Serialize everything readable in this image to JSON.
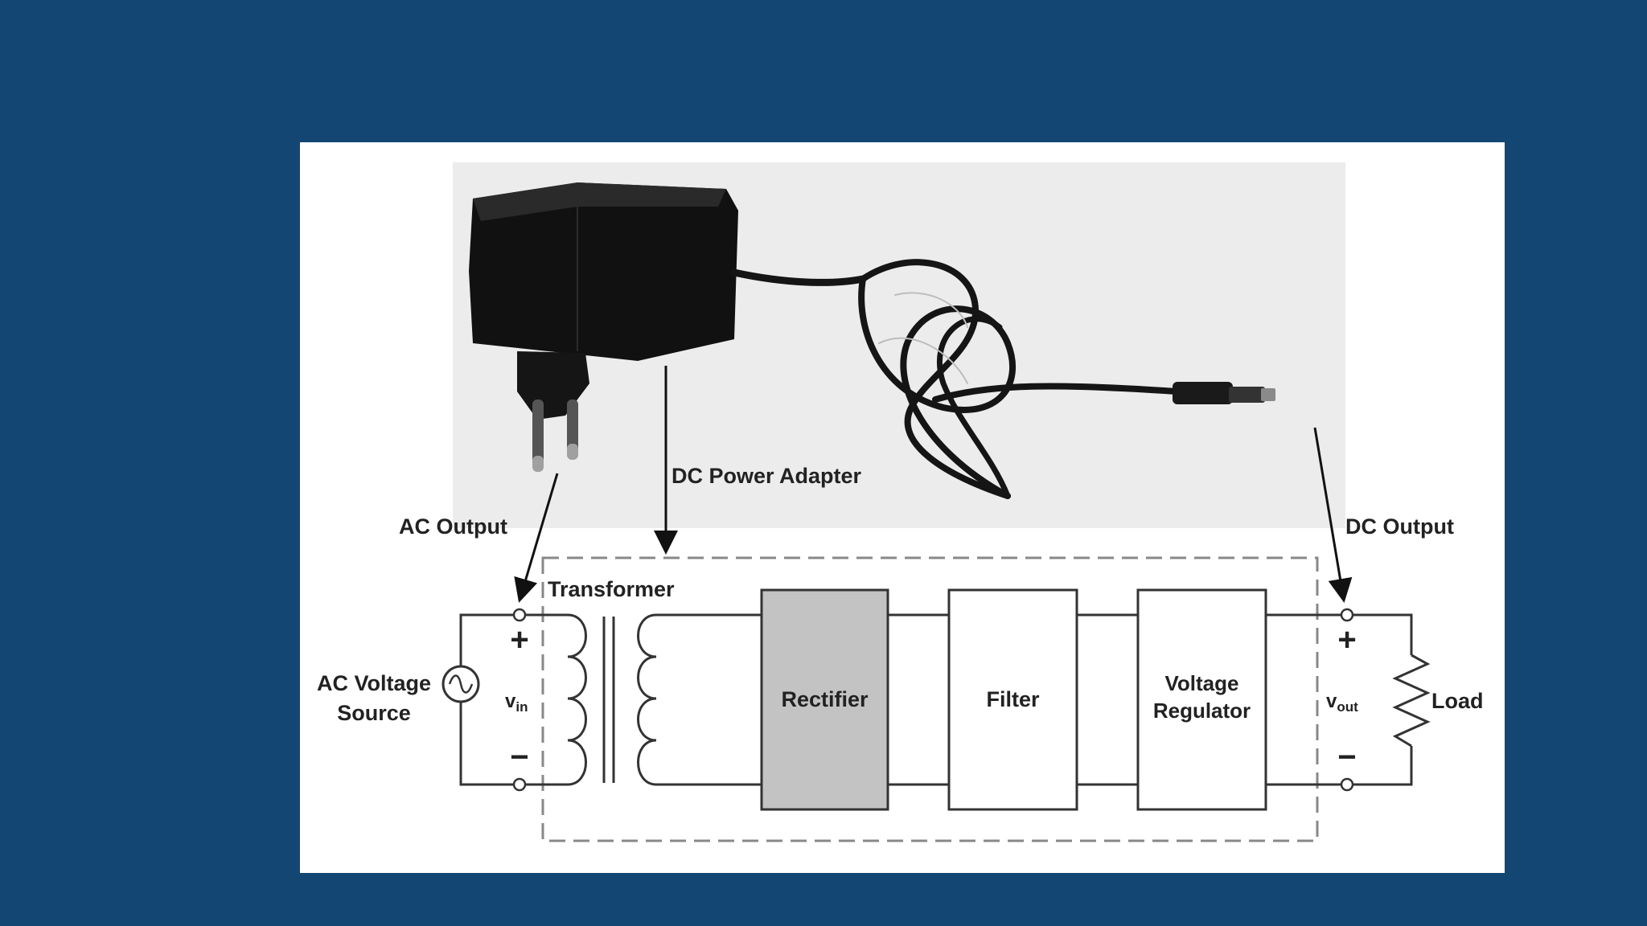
{
  "diagram": {
    "labels": {
      "dc_power_adapter": "DC Power Adapter",
      "ac_output": "AC Output",
      "dc_output": "DC Output",
      "transformer": "Transformer",
      "ac_voltage_source_line1": "AC Voltage",
      "ac_voltage_source_line2": "Source",
      "vin": "v",
      "vin_sub": "in",
      "vout": "v",
      "vout_sub": "out",
      "plus": "+",
      "minus": "−",
      "load": "Load"
    },
    "blocks": [
      {
        "label_lines": [
          "Rectifier"
        ],
        "fill": "#c3c3c3"
      },
      {
        "label_lines": [
          "Filter"
        ],
        "fill": "#ffffff"
      },
      {
        "label_lines": [
          "Voltage",
          "Regulator"
        ],
        "fill": "#ffffff"
      }
    ],
    "colors": {
      "background": "#144673",
      "card": "#ffffff",
      "photo_background": "#ececec",
      "adapter_body": "#111111",
      "line": "#333333",
      "dashed_border": "#888888"
    }
  }
}
